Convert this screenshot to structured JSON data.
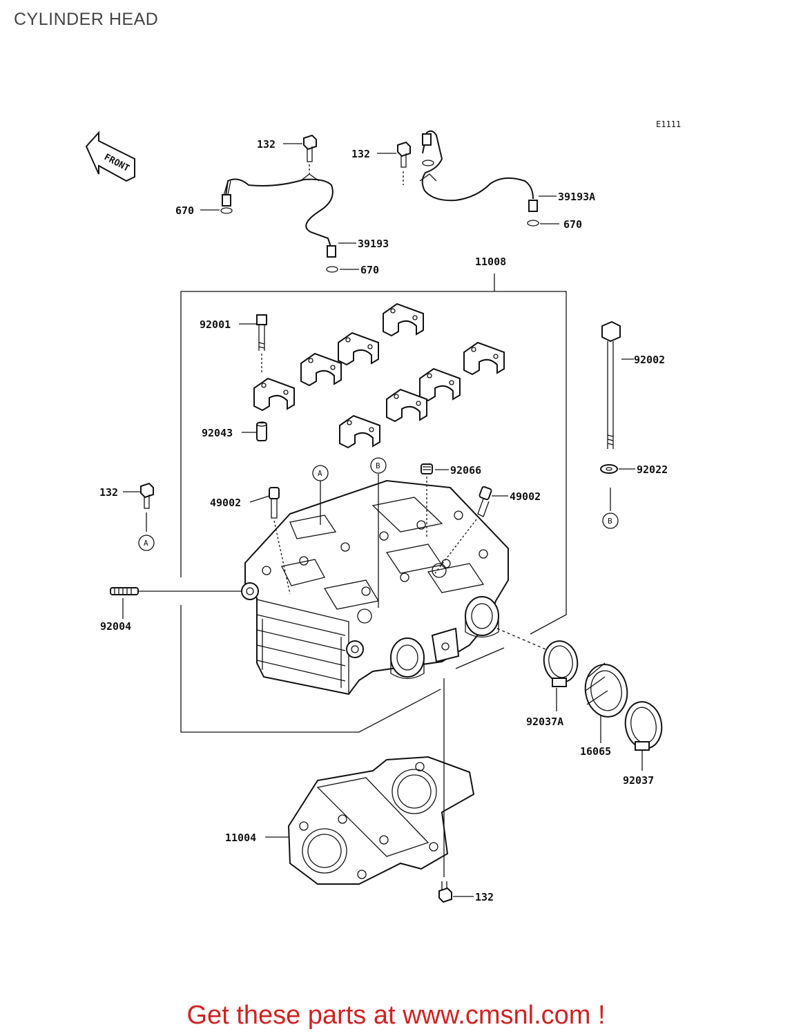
{
  "page": {
    "title": "CYLINDER HEAD",
    "diagram_code": "E1111",
    "front_label": "FRONT"
  },
  "callouts": [
    {
      "id": "c01",
      "part_no": "132"
    },
    {
      "id": "c02",
      "part_no": "132"
    },
    {
      "id": "c03",
      "part_no": "670"
    },
    {
      "id": "c04",
      "part_no": "39193A"
    },
    {
      "id": "c05",
      "part_no": "670"
    },
    {
      "id": "c06",
      "part_no": "39193"
    },
    {
      "id": "c07",
      "part_no": "670"
    },
    {
      "id": "c08",
      "part_no": "11008"
    },
    {
      "id": "c09",
      "part_no": "92001"
    },
    {
      "id": "c10",
      "part_no": "92002"
    },
    {
      "id": "c11",
      "part_no": "92043"
    },
    {
      "id": "c12",
      "part_no": "92066"
    },
    {
      "id": "c13",
      "part_no": "92022"
    },
    {
      "id": "c14",
      "part_no": "132"
    },
    {
      "id": "c15",
      "part_no": "49002"
    },
    {
      "id": "c16",
      "part_no": "49002"
    },
    {
      "id": "c17",
      "part_no": "92004"
    },
    {
      "id": "c18",
      "part_no": "92037A"
    },
    {
      "id": "c19",
      "part_no": "16065"
    },
    {
      "id": "c20",
      "part_no": "92037"
    },
    {
      "id": "c21",
      "part_no": "11004"
    },
    {
      "id": "c22",
      "part_no": "132"
    }
  ],
  "reference_marks": {
    "a": "A",
    "b": "B"
  },
  "footer": {
    "text": "Get these parts at www.cmsnl.com !",
    "color": "#d02222"
  }
}
